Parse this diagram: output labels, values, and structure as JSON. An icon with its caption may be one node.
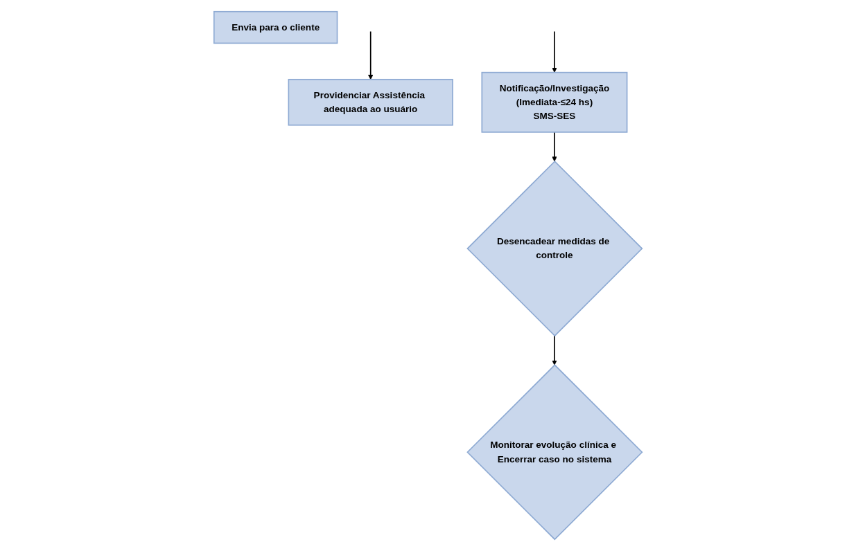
{
  "diagram": {
    "nodes": [
      {
        "text": [
          "Providenciar Assistência adequada ao usuário"
        ]
      },
      {
        "text": [
          "Notificação/Investigação",
          "(Imediata-≤24 hs)",
          "SMS-SES"
        ]
      },
      {
        "text": [
          "Desencadear medidas de controle"
        ]
      },
      {
        "text": [
          "Monitorar evolução clínica e Encerrar caso no sistema"
        ]
      },
      {
        "text": [
          "Envia para o cliente"
        ]
      }
    ],
    "edges": [
      {
        "from": null,
        "to": 0,
        "arrow": "to"
      },
      {
        "from": null,
        "to": 1,
        "arrow": "to"
      },
      {
        "from": 1,
        "to": 2,
        "arrow": "to"
      },
      {
        "from": 2,
        "to": 3,
        "arrow": "to"
      }
    ]
  }
}
